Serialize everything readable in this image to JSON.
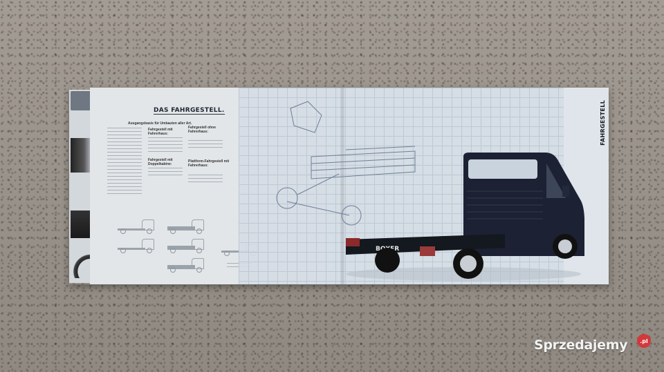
{
  "scene": {
    "description": "Photograph of an open vehicle brochure lying on a granite surface",
    "surface_color": "#9c958d"
  },
  "brochure": {
    "left_page": {
      "title": "DAS FAHRGESTELL.",
      "subheading": "Ausgangsbasis für Umbauten aller Art.",
      "columns": [
        {
          "heading": "Fahrgestell mit Fahrerhaus:"
        },
        {
          "heading": "Fahrgestell mit Doppelkabine:"
        },
        {
          "heading": "Fahrgestell ohne Fahrerhaus:"
        },
        {
          "heading": "Plattform-Fahrgestell mit Fahrerhaus:"
        }
      ],
      "truck_silhouettes_count": 7
    },
    "right_page": {
      "section_label": "FAHRGESTELL",
      "vehicle_badge": "BOXER",
      "vehicle_color": "#1c2233",
      "grid_color": "#b9c6d2"
    }
  },
  "watermark": {
    "brand": "Sprzedajemy",
    "badge": ".pl",
    "badge_color": "#d3383a"
  }
}
